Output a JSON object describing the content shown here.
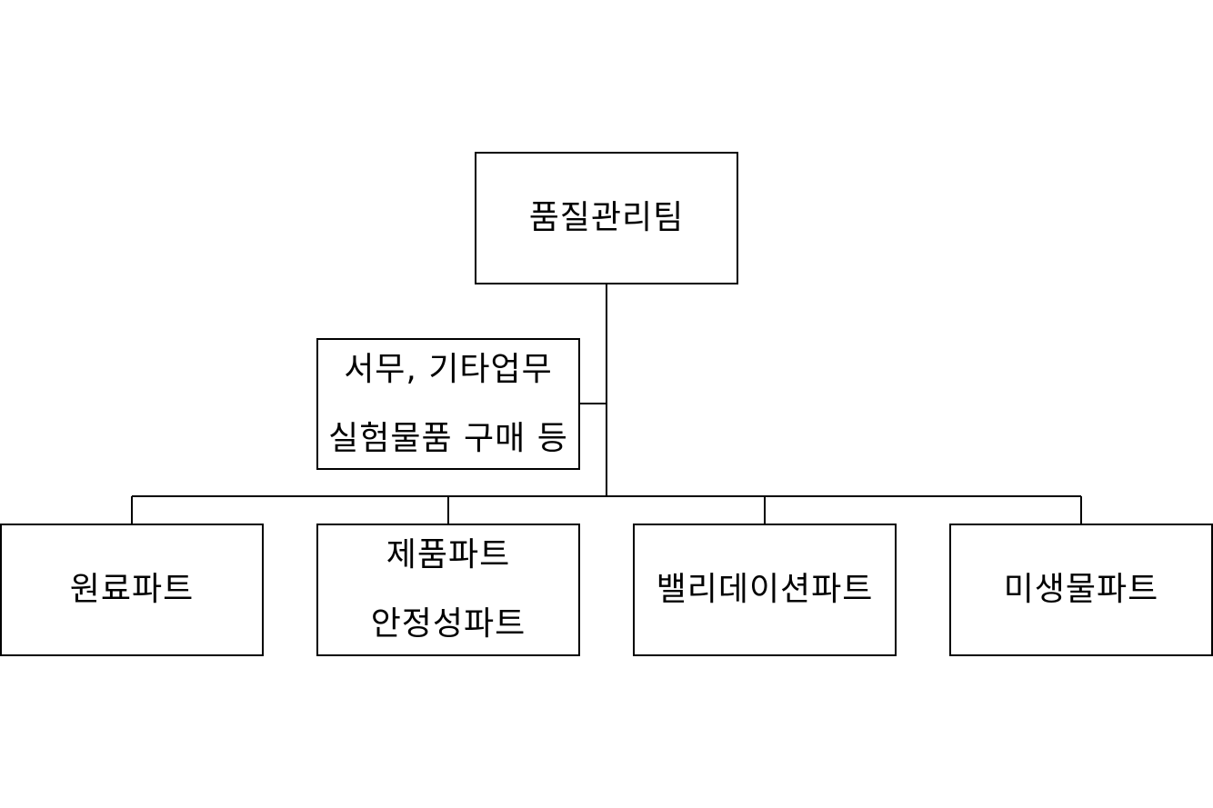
{
  "org_chart": {
    "root": {
      "label": "품질관리팀"
    },
    "support": {
      "lines": [
        "서무, 기타업무",
        "실험물품 구매 등"
      ]
    },
    "parts": [
      {
        "lines": [
          "원료파트"
        ]
      },
      {
        "lines": [
          "제품파트",
          "안정성파트"
        ]
      },
      {
        "lines": [
          "밸리데이션파트"
        ]
      },
      {
        "lines": [
          "미생물파트"
        ]
      }
    ]
  },
  "colors": {
    "line": "#000000",
    "background": "#ffffff",
    "text": "#000000"
  }
}
